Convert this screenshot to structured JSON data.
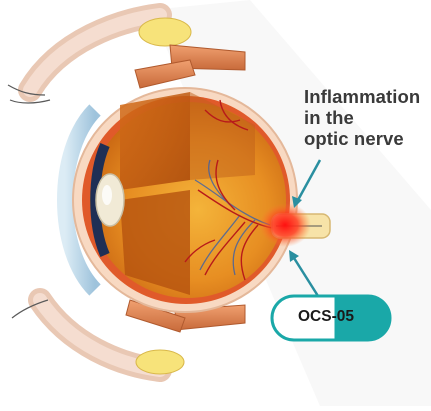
{
  "annotation": {
    "lines": [
      "Inflammation",
      "in the",
      "optic nerve"
    ]
  },
  "pill": {
    "label": "OCS-05"
  },
  "icons": {
    "eye": "eye-cross-section-illustration",
    "arrow": "pointer-arrow",
    "capsule": "capsule-pill"
  },
  "colors": {
    "annotation_text": "#3a3a3a",
    "arrow": "#2a8fa0",
    "pill_teal": "#1aa8a8",
    "inflammation": "#ff2a1a"
  }
}
